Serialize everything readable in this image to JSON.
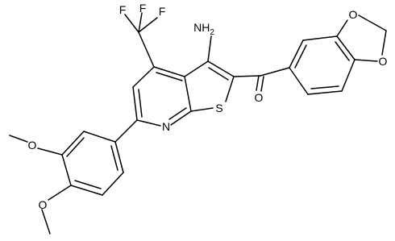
{
  "colors": {
    "background": "#ffffff",
    "bond": "#000000",
    "label": "#000000"
  },
  "atom_labels": {
    "amine": "NH",
    "amine_subscript": "2",
    "fluorine_1": "F",
    "fluorine_2": "F",
    "fluorine_3": "F",
    "ring_sulfur": "S",
    "ring_nitrogen": "N",
    "carbonyl_oxygen": "O",
    "dioxole_oxygen_top": "O",
    "dioxole_oxygen_bottom": "O",
    "methoxy_oxygen_upper": "O",
    "methoxy_oxygen_lower": "O"
  }
}
